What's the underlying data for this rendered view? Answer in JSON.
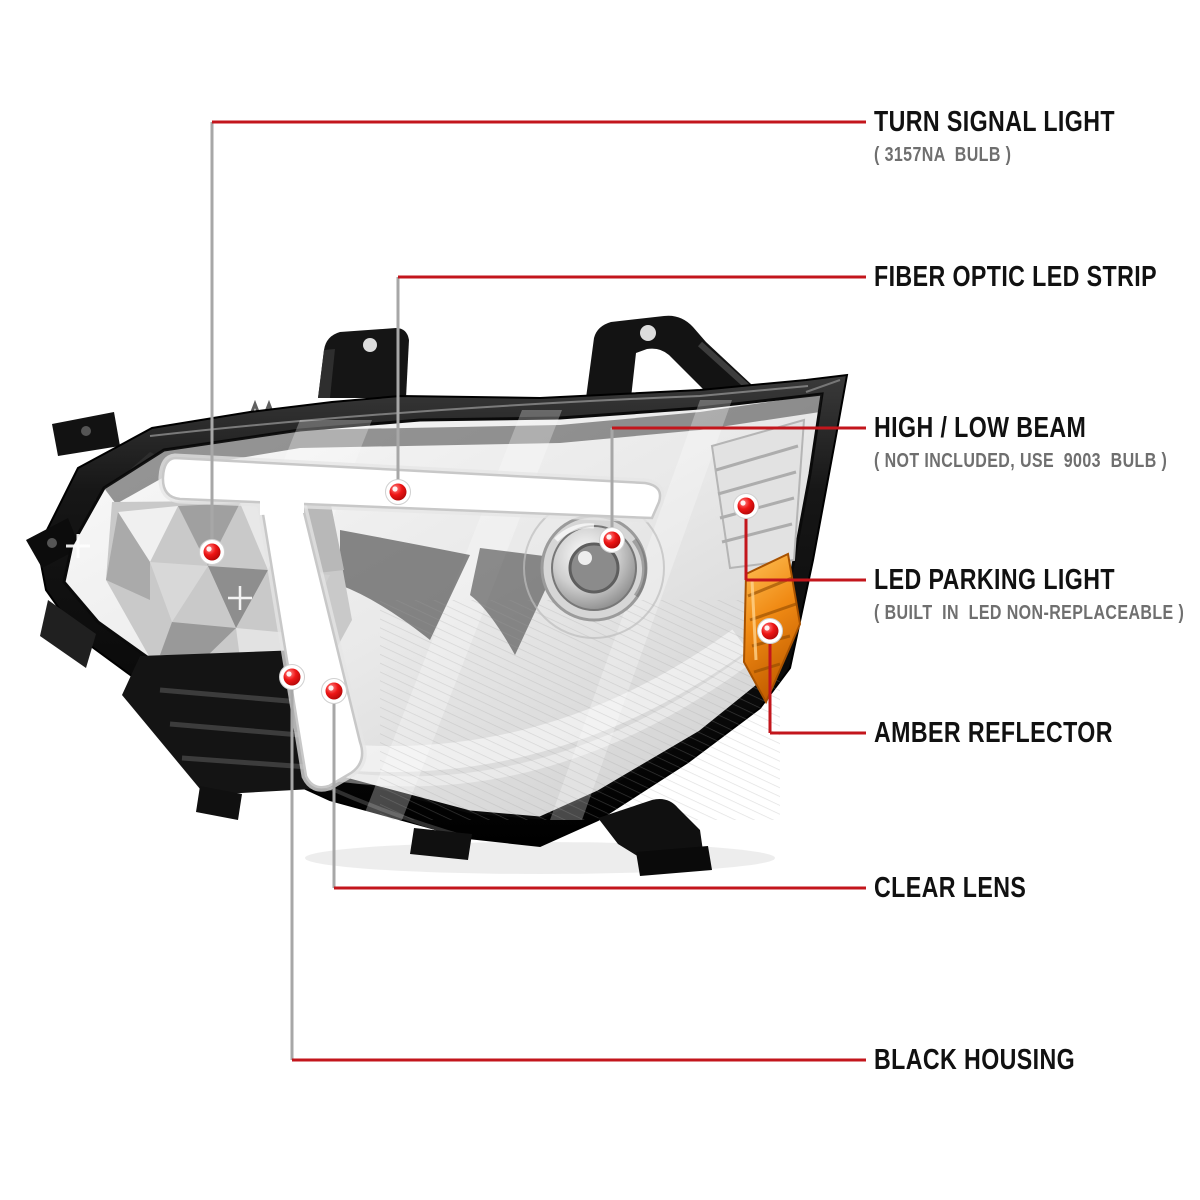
{
  "colors": {
    "background": "#ffffff",
    "accent_red": "#c3161c",
    "line_gray": "#a7a7a7",
    "dot_red": "#e01010",
    "amber": "#e07a10",
    "led_strip_white": "#ffffff",
    "housing_black": "#0a0a0a",
    "label_black": "#111111",
    "sublabel_gray": "#6f6f6f"
  },
  "callouts": [
    {
      "id": "turn-signal-light",
      "label": "TURN SIGNAL LIGHT",
      "sublabel": "( 3157NA  BULB )"
    },
    {
      "id": "fiber-optic-led-strip",
      "label": "FIBER OPTIC LED STRIP",
      "sublabel": ""
    },
    {
      "id": "high-low-beam",
      "label": "HIGH / LOW BEAM",
      "sublabel": "( NOT INCLUDED, USE  9003  BULB )"
    },
    {
      "id": "led-parking-light",
      "label": "LED PARKING LIGHT",
      "sublabel": "( BUILT  IN  LED NON-REPLACEABLE )"
    },
    {
      "id": "amber-reflector",
      "label": "AMBER REFLECTOR",
      "sublabel": ""
    },
    {
      "id": "clear-lens",
      "label": "CLEAR LENS",
      "sublabel": ""
    },
    {
      "id": "black-housing",
      "label": "BLACK HOUSING",
      "sublabel": ""
    }
  ]
}
